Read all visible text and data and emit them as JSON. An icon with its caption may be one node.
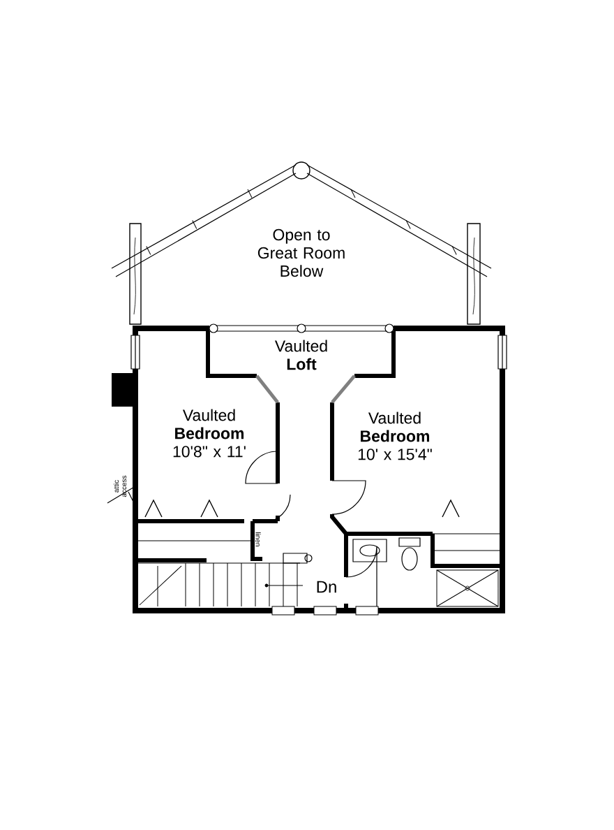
{
  "diagram": {
    "nodes": [
      {
        "text": [
          "Open to Great Room Below"
        ]
      },
      {
        "text": [
          "Vaulted **Loft**"
        ]
      },
      {
        "text": [
          "Vaulted **Bedroom** 10'8\" x 11'"
        ]
      },
      {
        "text": [
          "Vaulted **Bedroom** 10' x 15'4\""
        ]
      }
    ],
    "labels": [
      "attic access",
      "linen",
      "Dn"
    ]
  }
}
